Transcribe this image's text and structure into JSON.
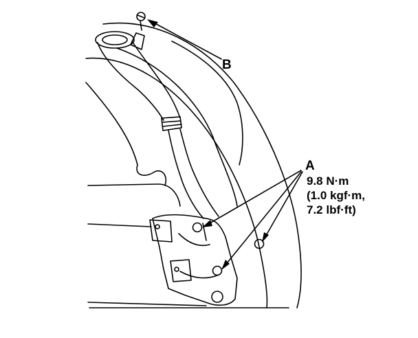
{
  "callouts": {
    "b": {
      "letter": "B"
    },
    "a": {
      "letter": "A",
      "torque_lines": [
        "9.8 N·m",
        "(1.0 kgf·m,",
        "7.2 lbf·ft)"
      ]
    }
  },
  "colors": {
    "line": "#000000",
    "background": "#ffffff"
  }
}
